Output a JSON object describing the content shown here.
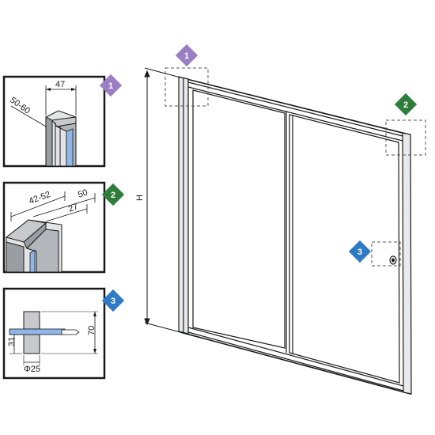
{
  "overall_height_label": "H",
  "detail_1": {
    "badge": "1",
    "badge_color": "#9b7fc4",
    "width_label": "47",
    "depth_label": "50-60"
  },
  "detail_2": {
    "badge": "2",
    "badge_color": "#2e7d3a",
    "inner_label": "42-52",
    "outer_label": "50",
    "small_label": "27"
  },
  "detail_3": {
    "badge": "3",
    "badge_color": "#2f7ac4",
    "height_label": "70",
    "offset_label": "31",
    "diameter_label": "Φ25"
  },
  "colors": {
    "outline": "#1a1a1a",
    "profile_fill": "#9a9ea3",
    "glass_blue": "#8fb8e8",
    "callout_dash": "#555555"
  }
}
